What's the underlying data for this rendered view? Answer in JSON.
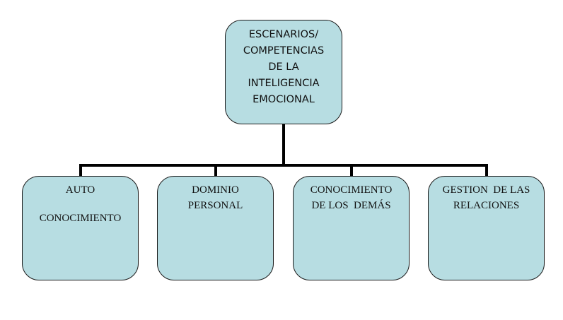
{
  "root": {
    "lines": [
      "ESCENARIOS/",
      "COMPETENCIAS",
      "DE LA",
      "INTELIGENCIA",
      "EMOCIONAL"
    ]
  },
  "children": [
    {
      "line1": "AUTO",
      "line2": "CONOCIMIENTO"
    },
    {
      "line1": "DOMINIO",
      "line2": "PERSONAL"
    },
    {
      "line1": "CONOCIMIENTO",
      "line2": "DE LOS  DEMÁS"
    },
    {
      "line1": "GESTION  DE LAS",
      "line2": "RELACIONES"
    }
  ],
  "colors": {
    "box_fill": "#b7dde2",
    "box_border": "#1a1a1a",
    "connector": "#000000"
  }
}
